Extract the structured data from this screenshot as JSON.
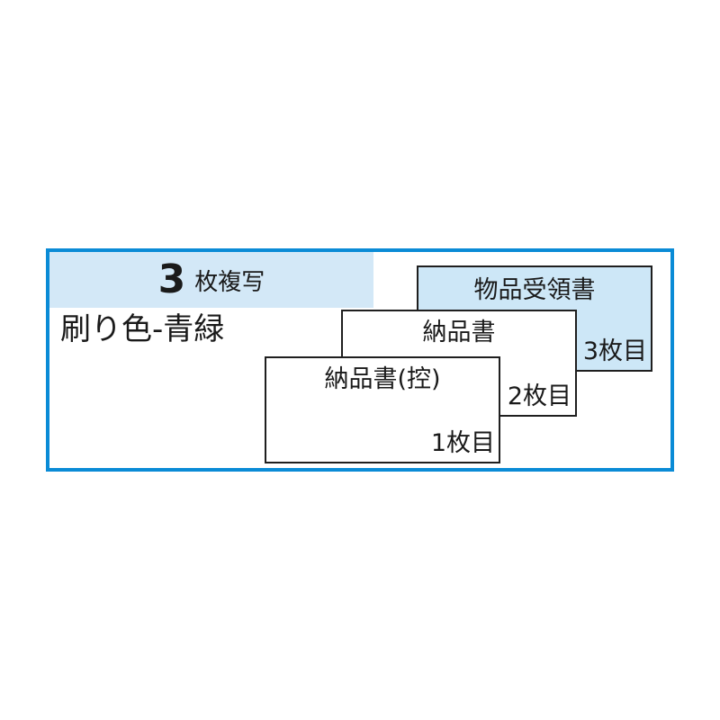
{
  "banner": {
    "count": "3",
    "label": "枚複写"
  },
  "ink_color_label": "刷り色-青緑",
  "sheets": [
    {
      "title": "物品受領書",
      "sheet_label": "3枚目",
      "background": "#cde7f7"
    },
    {
      "title": "納品書",
      "sheet_label": "2枚目",
      "background": "#ffffff"
    },
    {
      "title": "納品書(控)",
      "sheet_label": "1枚目",
      "background": "#ffffff"
    }
  ],
  "colors": {
    "frame_border": "#0a8bd6",
    "banner_background": "#d3e8f7"
  }
}
